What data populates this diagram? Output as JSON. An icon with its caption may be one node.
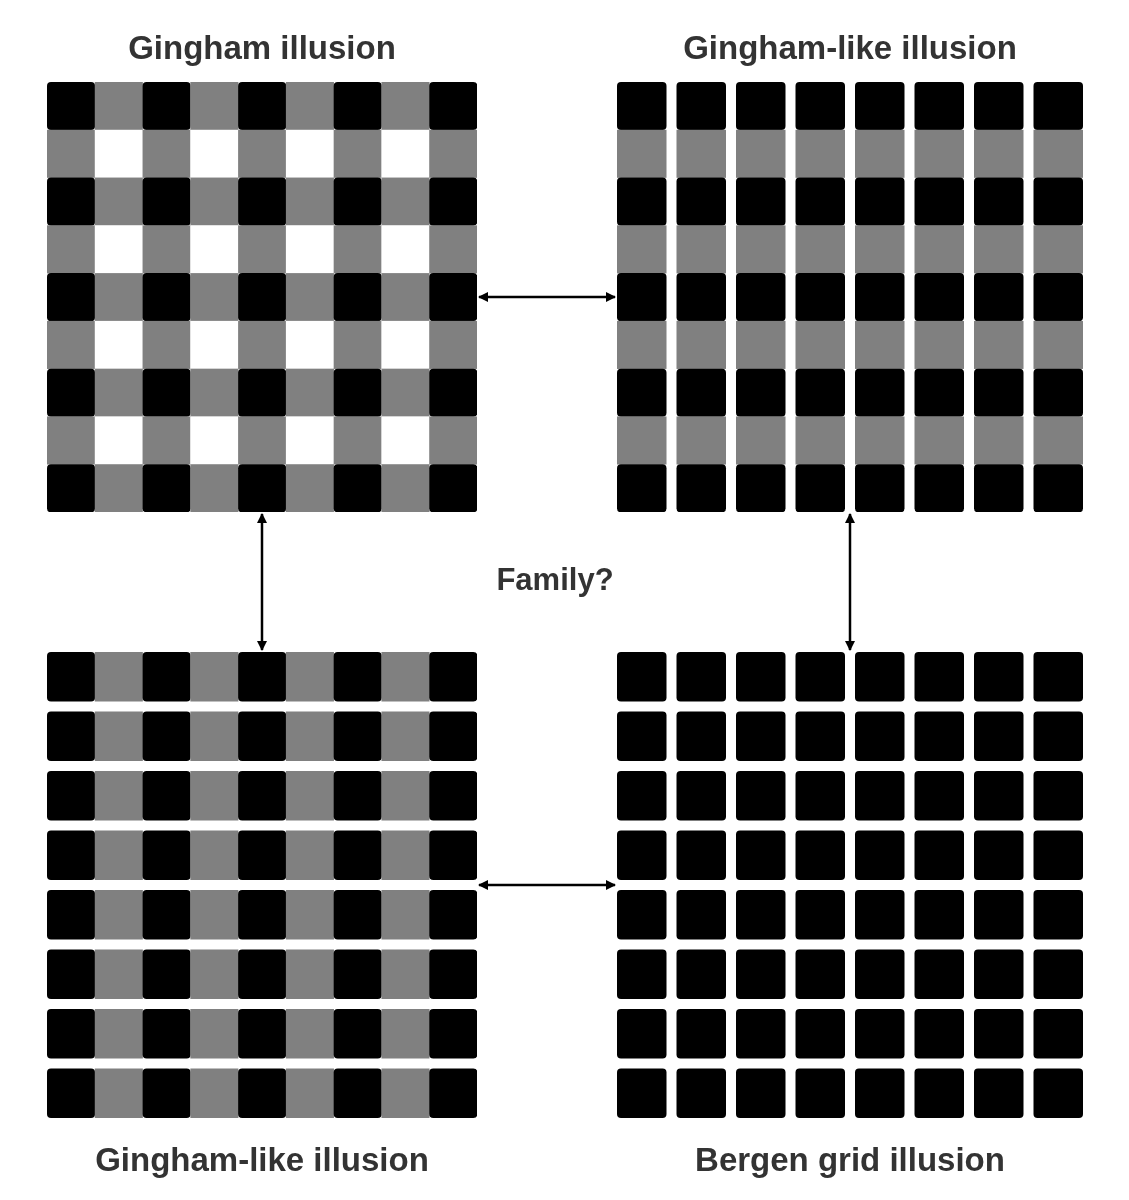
{
  "diagram": {
    "nodes": [
      {
        "text": [
          "Gingham illusion"
        ]
      },
      {
        "text": [
          "Gingham-like illusion"
        ]
      },
      {
        "text": [
          "Gingham-like illusion"
        ]
      },
      {
        "text": [
          "Bergen grid illusion"
        ]
      }
    ],
    "edges": [
      {
        "from": 0,
        "to": 1,
        "arrow": "both"
      },
      {
        "from": 0,
        "to": 2,
        "arrow": "both"
      },
      {
        "from": 1,
        "to": 3,
        "arrow": "both"
      },
      {
        "from": 2,
        "to": 3,
        "arrow": "both"
      }
    ],
    "labels": [
      "Family?"
    ]
  }
}
